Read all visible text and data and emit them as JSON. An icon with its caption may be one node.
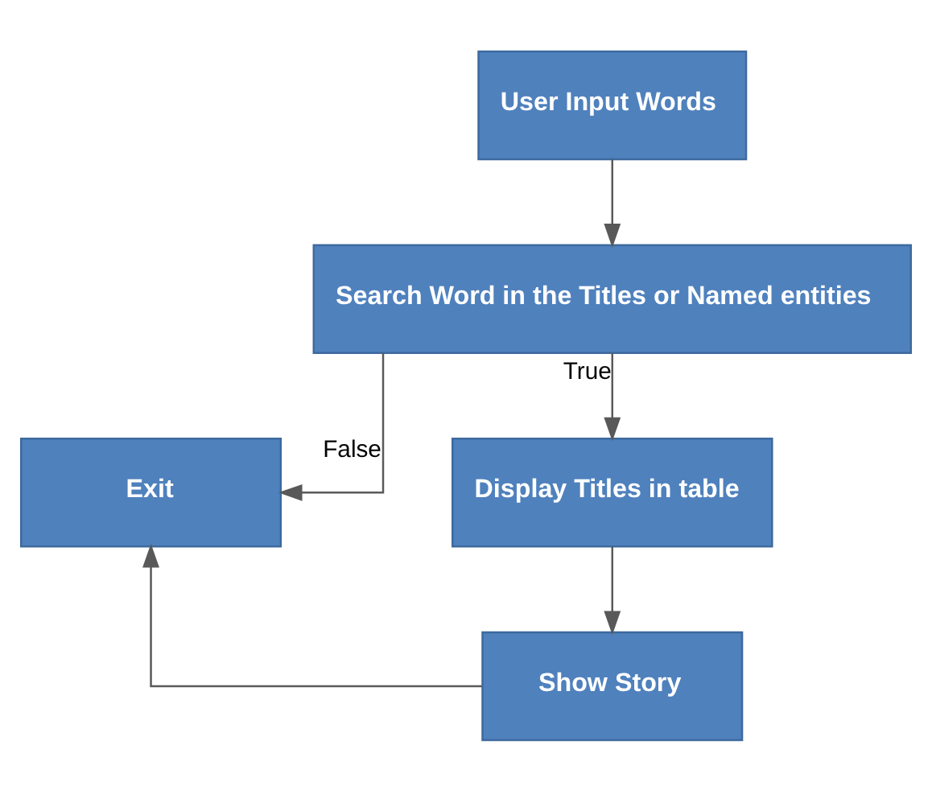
{
  "diagram": {
    "nodes": [
      {
        "text": [
          "User Input Words"
        ]
      },
      {
        "text": [
          "Search Word in the Titles or Named entities"
        ]
      },
      {
        "text": [
          "Exit"
        ]
      },
      {
        "text": [
          "Display Titles in table"
        ]
      },
      {
        "text": [
          "Show Story"
        ]
      }
    ],
    "edges": [
      {
        "from": 0,
        "to": 1,
        "arrow": "to"
      },
      {
        "from": 1,
        "to": 2,
        "arrow": "to",
        "label": "False"
      },
      {
        "from": 1,
        "to": 3,
        "arrow": "to",
        "label": "True"
      },
      {
        "from": 3,
        "to": 4,
        "arrow": "to"
      },
      {
        "from": 4,
        "to": 2,
        "arrow": "to"
      }
    ]
  }
}
